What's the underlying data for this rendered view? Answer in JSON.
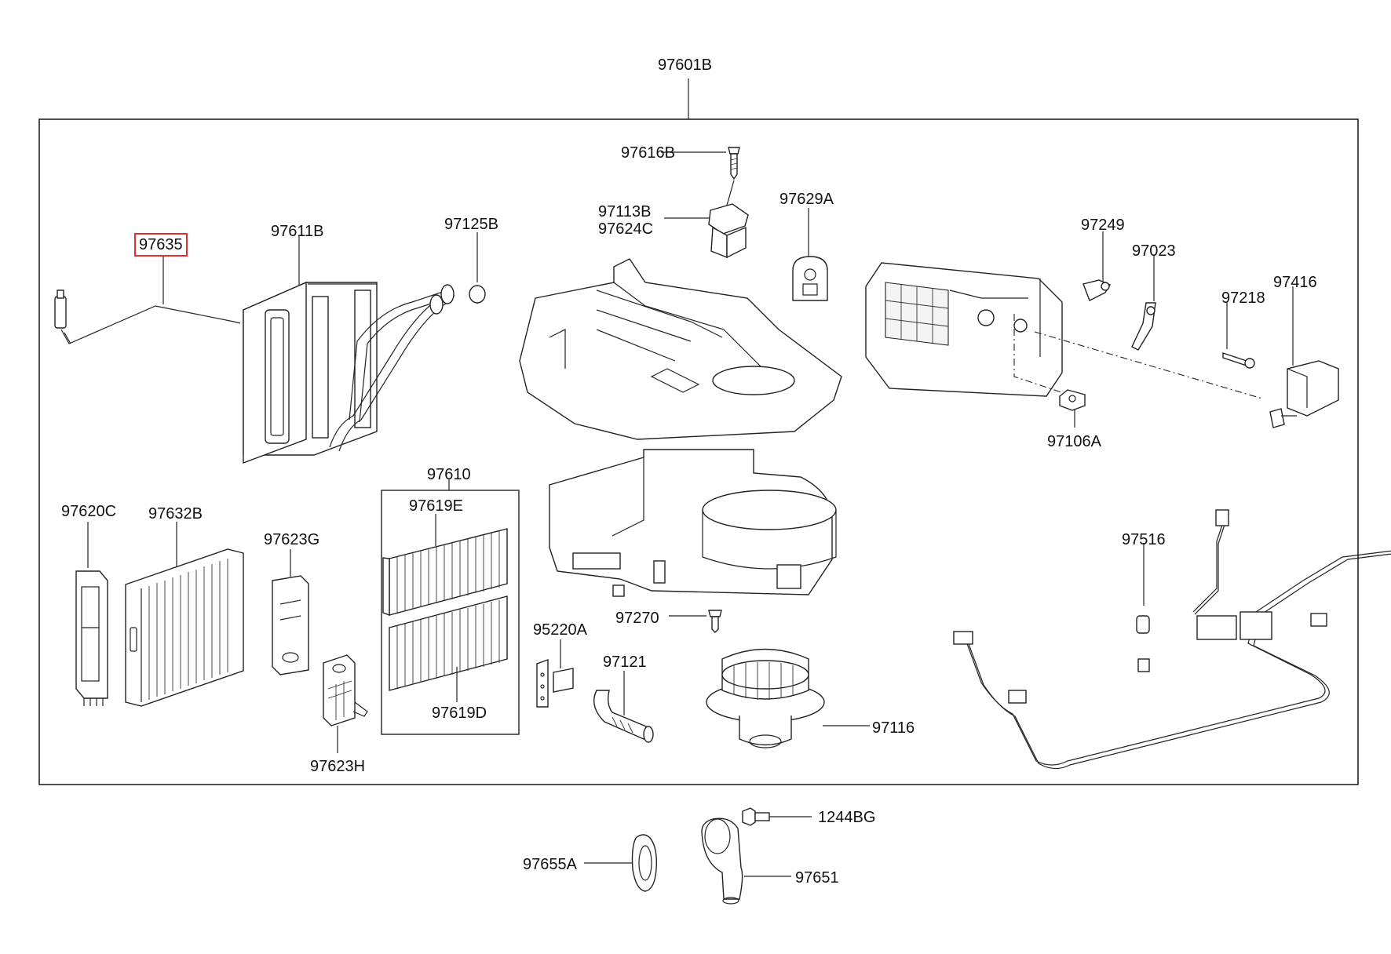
{
  "diagram": {
    "highlight_color": "#e03030",
    "parts": [
      {
        "id": "97601B",
        "label": "97601B"
      },
      {
        "id": "97616B",
        "label": "97616B"
      },
      {
        "id": "97113B",
        "label": "97113B"
      },
      {
        "id": "97624C",
        "label": "97624C"
      },
      {
        "id": "97629A",
        "label": "97629A"
      },
      {
        "id": "97635",
        "label": "97635",
        "highlighted": true
      },
      {
        "id": "97611B",
        "label": "97611B"
      },
      {
        "id": "97125B",
        "label": "97125B"
      },
      {
        "id": "97249",
        "label": "97249"
      },
      {
        "id": "97023",
        "label": "97023"
      },
      {
        "id": "97218",
        "label": "97218"
      },
      {
        "id": "97416",
        "label": "97416"
      },
      {
        "id": "97106A",
        "label": "97106A"
      },
      {
        "id": "97610",
        "label": "97610"
      },
      {
        "id": "97619E",
        "label": "97619E"
      },
      {
        "id": "97620C",
        "label": "97620C"
      },
      {
        "id": "97632B",
        "label": "97632B"
      },
      {
        "id": "97623G",
        "label": "97623G"
      },
      {
        "id": "97516",
        "label": "97516"
      },
      {
        "id": "97270",
        "label": "97270"
      },
      {
        "id": "95220A",
        "label": "95220A"
      },
      {
        "id": "97121",
        "label": "97121"
      },
      {
        "id": "97619D",
        "label": "97619D"
      },
      {
        "id": "97116",
        "label": "97116"
      },
      {
        "id": "97623H",
        "label": "97623H"
      },
      {
        "id": "1244BG",
        "label": "1244BG"
      },
      {
        "id": "97655A",
        "label": "97655A"
      },
      {
        "id": "97651",
        "label": "97651"
      }
    ]
  }
}
